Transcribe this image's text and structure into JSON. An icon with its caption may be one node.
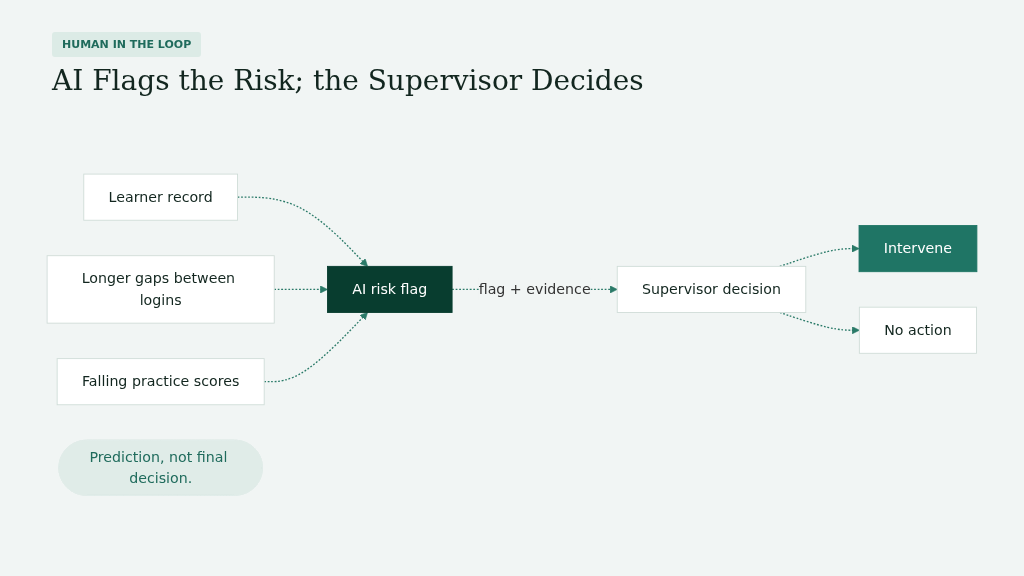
{
  "diagram": {
    "title": "AI Flags the Risk; the Supervisor Decides",
    "nodes": [
      {
        "text": [
          "Learner record"
        ]
      },
      {
        "text": [
          "Longer gaps between logins"
        ]
      },
      {
        "text": [
          "Falling practice scores"
        ]
      },
      {
        "text": [
          "AI risk flag"
        ]
      },
      {
        "text": [
          "Supervisor decision"
        ]
      },
      {
        "text": [
          "Intervene"
        ]
      },
      {
        "text": [
          "No action"
        ]
      },
      {
        "text": [
          "Prediction, not final decision."
        ]
      }
    ],
    "edges": [
      {
        "from": 0,
        "to": 3,
        "arrow": "to",
        "style": "dashed"
      },
      {
        "from": 1,
        "to": 3,
        "arrow": "to",
        "style": "dashed"
      },
      {
        "from": 2,
        "to": 3,
        "arrow": "to",
        "style": "dashed"
      },
      {
        "from": 3,
        "to": 4,
        "arrow": "to",
        "style": "dashed",
        "label": "flag + evidence"
      },
      {
        "from": 4,
        "to": 5,
        "arrow": "to",
        "style": "dashed"
      },
      {
        "from": 4,
        "to": 6,
        "arrow": "to",
        "style": "dashed"
      }
    ],
    "labels": [
      "HUMAN IN THE LOOP"
    ]
  }
}
